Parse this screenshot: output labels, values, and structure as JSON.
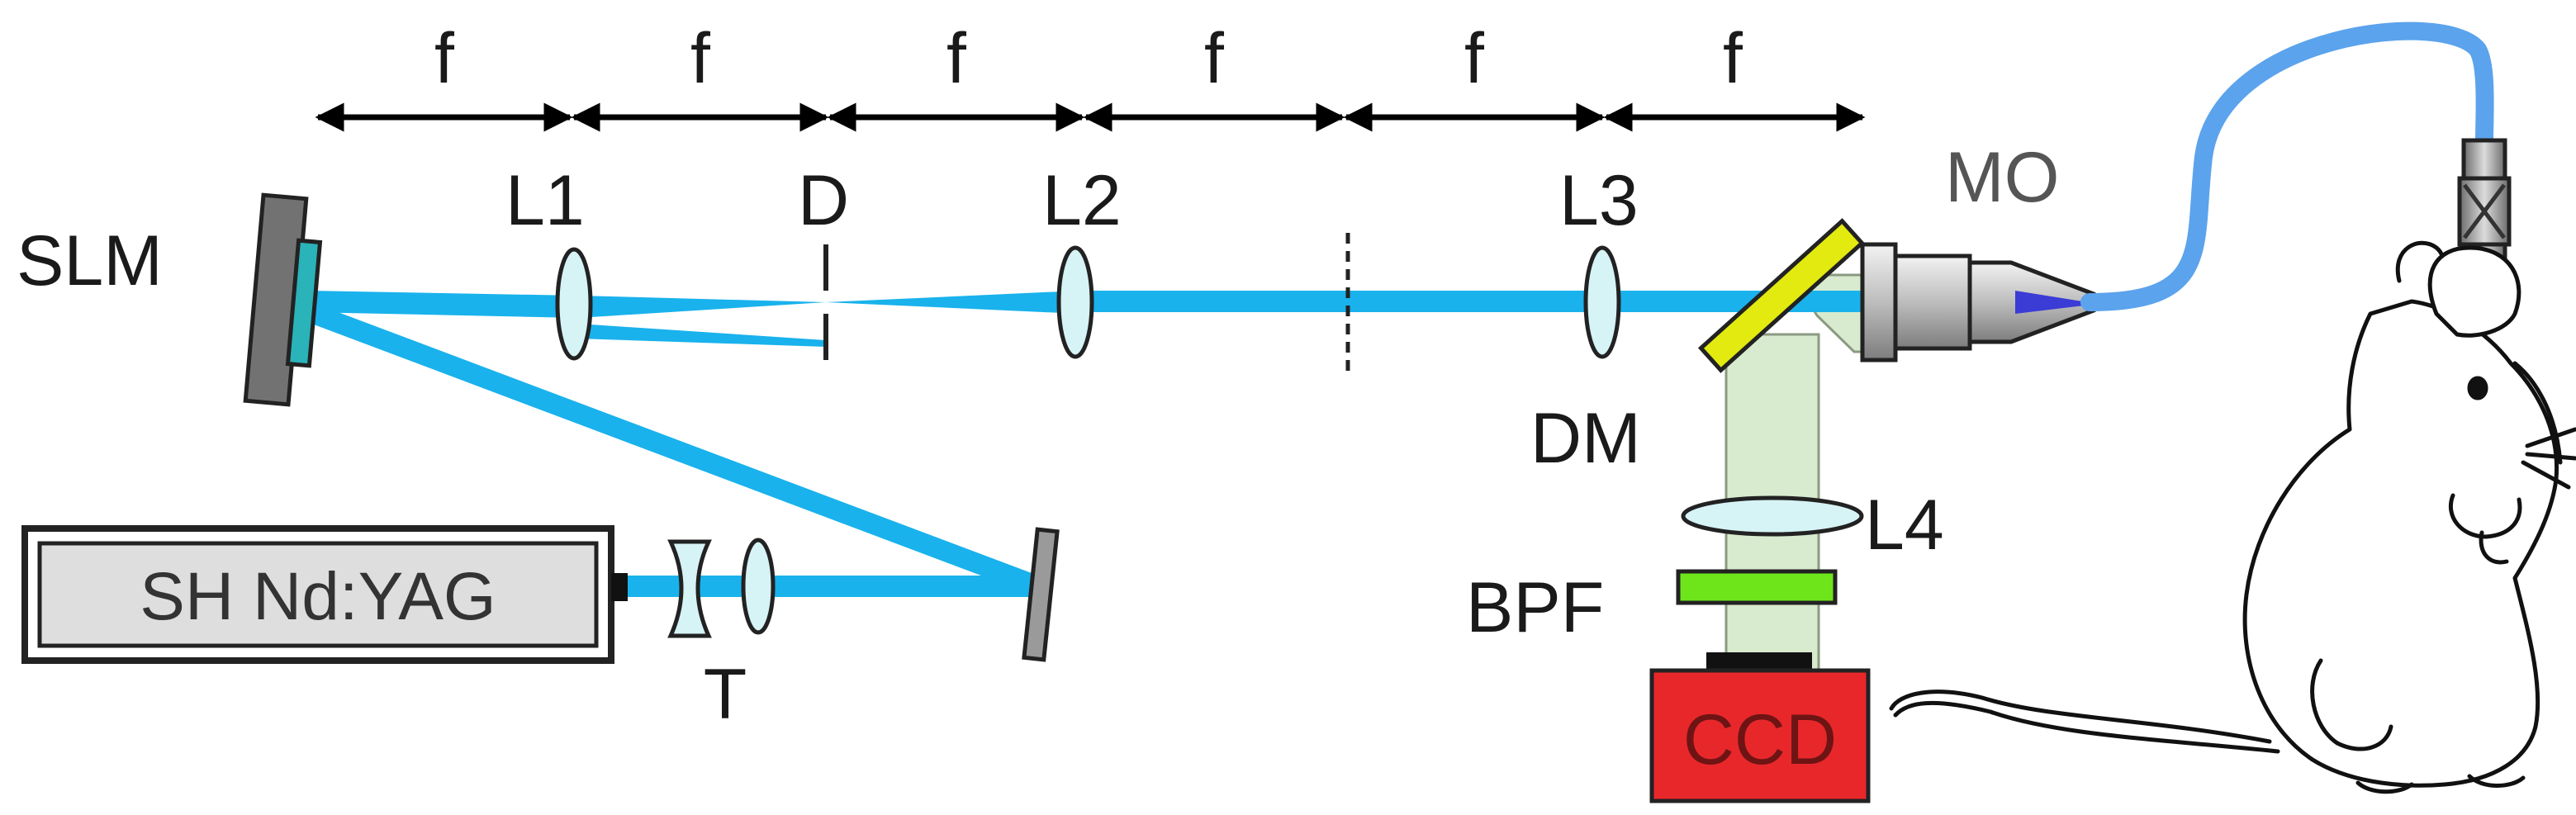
{
  "distance_labels": [
    "f",
    "f",
    "f",
    "f",
    "f",
    "f"
  ],
  "labels": {
    "slm": "SLM",
    "l1": "L1",
    "d": "D",
    "l2": "L2",
    "l3": "L3",
    "mo": "MO",
    "dm": "DM",
    "l4": "L4",
    "bpf": "BPF",
    "ccd": "CCD",
    "laser": "SH Nd:YAG",
    "t": "T"
  },
  "colors": {
    "laser_beam": "#19b2ec",
    "fluorescence": "#d8ebcf",
    "fiber": "#5ba3ec",
    "lens_fill": "#d6f3f6",
    "dichroic": "#e2ea10",
    "bandpass": "#6de51a",
    "ccd": "#e8272b",
    "slm_body": "#727272",
    "slm_face": "#2ab3b9",
    "laser_body": "#dedede"
  }
}
